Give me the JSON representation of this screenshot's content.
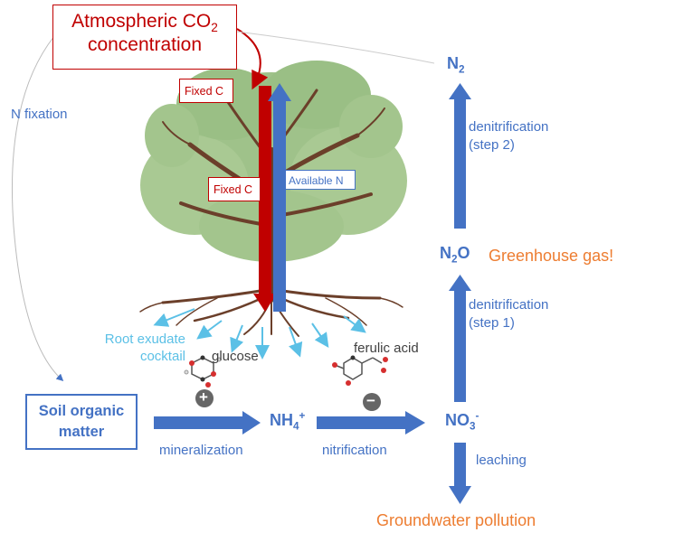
{
  "co2": {
    "main": "Atmospheric CO",
    "sub": "2",
    "line2": "concentration"
  },
  "fixed_c_top": "Fixed C",
  "fixed_c_bottom": "Fixed C",
  "available_n": "Available N",
  "n_fixation": "N fixation",
  "root_exudate": {
    "line1": "Root exudate",
    "line2": "cocktail"
  },
  "glucose": "glucose",
  "ferulic_acid": "ferulic acid",
  "plus_symbol": "+",
  "minus_symbol": "−",
  "soil_organic_matter": {
    "line1": "Soil organic",
    "line2": "matter"
  },
  "mineralization": "mineralization",
  "nitrification": "nitrification",
  "nh4": {
    "main": "NH",
    "sub": "4",
    "sup": "+"
  },
  "no3": {
    "main": "NO",
    "sub": "3",
    "sup": "-"
  },
  "n2o": {
    "main": "N",
    "sub": "2",
    "tail": "O"
  },
  "n2": {
    "main": "N",
    "sub": "2"
  },
  "greenhouse_gas": "Greenhouse gas!",
  "denitrification_step2": {
    "line1": "denitrification",
    "line2": "(step 2)"
  },
  "denitrification_step1": {
    "line1": "denitrification",
    "line2": "(step 1)"
  },
  "leaching": "leaching",
  "groundwater_pollution": "Groundwater pollution",
  "colors": {
    "blue": "#4472c4",
    "red": "#c00000",
    "orange": "#ed7d31",
    "cyan": "#5bc0e6",
    "foliage": "#9fc28a",
    "trunk": "#6b3f2a"
  }
}
